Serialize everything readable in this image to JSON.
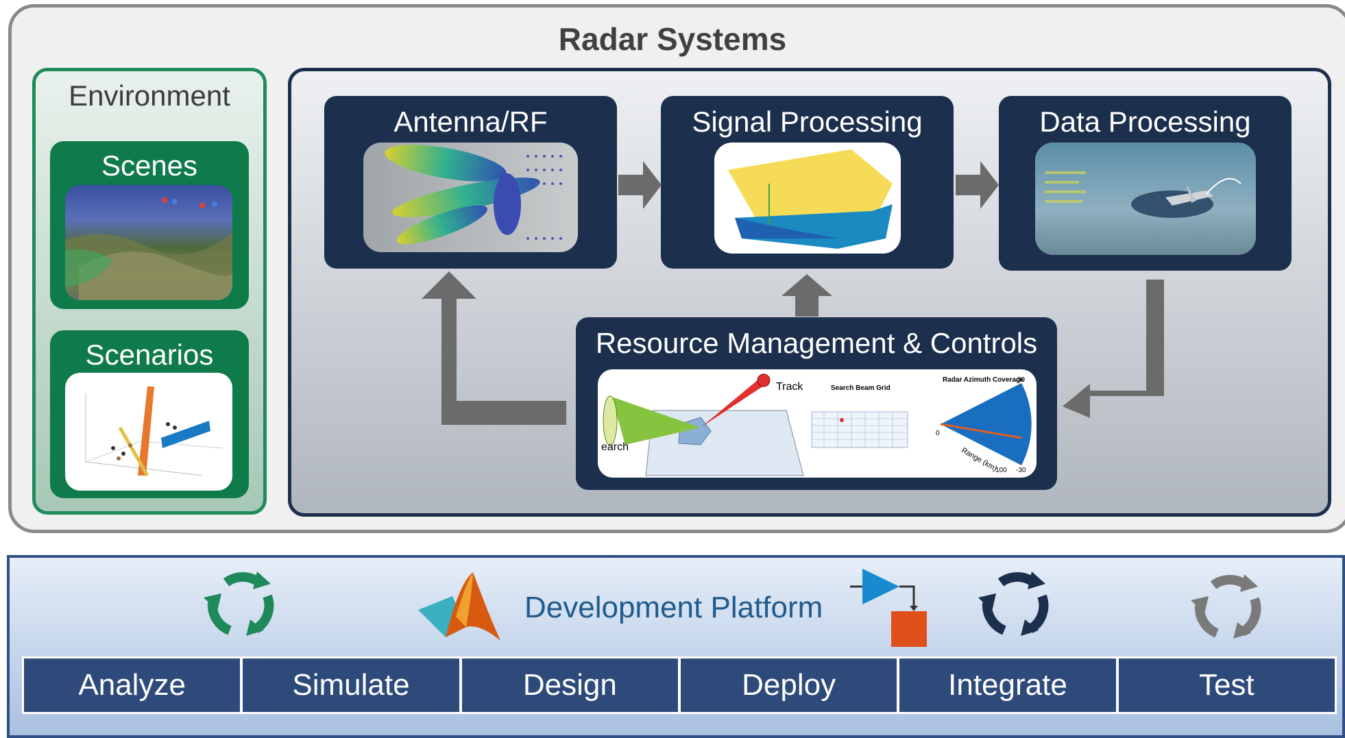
{
  "title": "Radar Systems",
  "environment": {
    "title": "Environment",
    "cards": [
      {
        "label": "Scenes"
      },
      {
        "label": "Scenarios"
      }
    ]
  },
  "processing": {
    "antenna": {
      "label": "Antenna/RF"
    },
    "signal": {
      "label": "Signal Processing"
    },
    "data": {
      "label": "Data Processing"
    },
    "resource": {
      "label": "Resource Management & Controls",
      "thumb_labels": {
        "track": "Track",
        "search": "earch",
        "grid_title": "Search Beam Grid",
        "coverage_title": "Radar Azimuth Coverage",
        "range_label": "Range (km)",
        "tick_0": "0",
        "tick_100": "100",
        "tick_30": "30",
        "tick_neg30": "-30"
      }
    }
  },
  "platform": {
    "label": "Development Platform",
    "stages": [
      "Analyze",
      "Simulate",
      "Design",
      "Deploy",
      "Integrate",
      "Test"
    ]
  },
  "colors": {
    "navy": "#1c2f4d",
    "green": "#0f7a4a",
    "stage_blue": "#2e4a7a",
    "platform_text": "#1f5b8c",
    "arrow_gray": "#6b6b6b"
  },
  "icons": [
    "cycle-green-icon",
    "matlab-logo-icon",
    "simulink-logo-icon",
    "cycle-navy-icon",
    "cycle-gray-icon"
  ]
}
